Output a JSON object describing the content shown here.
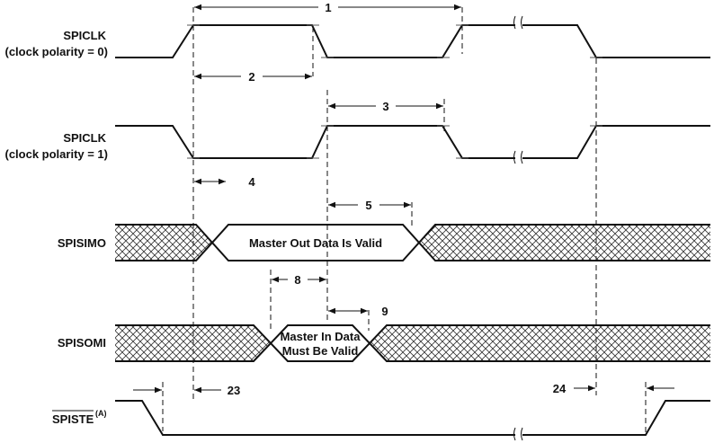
{
  "signals": {
    "spiclk0": {
      "name": "SPICLK",
      "sub": "(clock polarity = 0)"
    },
    "spiclk1": {
      "name": "SPICLK",
      "sub": "(clock polarity = 1)"
    },
    "spisimo": {
      "name": "SPISIMO",
      "valid_text": "Master Out Data Is Valid"
    },
    "spisomi": {
      "name": "SPISOMI",
      "valid_line1": "Master In Data",
      "valid_line2": "Must Be Valid"
    },
    "spiste": {
      "name": "SPISTE",
      "superscript": "(A)"
    }
  },
  "timing_params": [
    "1",
    "2",
    "3",
    "4",
    "5",
    "8",
    "9",
    "23",
    "24"
  ]
}
